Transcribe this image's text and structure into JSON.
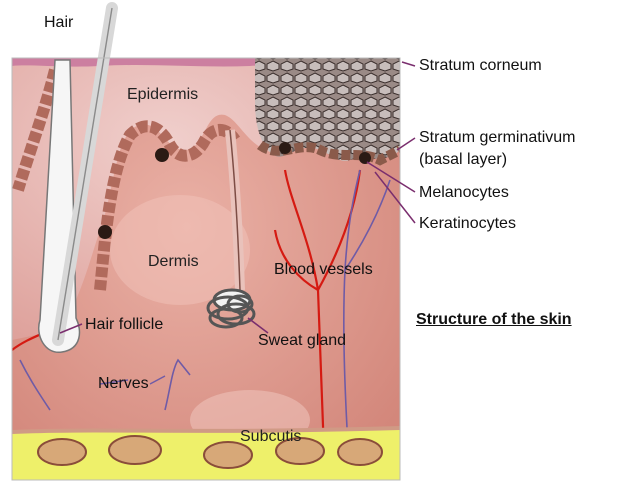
{
  "labels": {
    "hair": "Hair",
    "epidermis": "Epidermis",
    "dermis": "Dermis",
    "hair_follicle": "Hair follicle",
    "nerves": "Nerves",
    "subcutis": "Subcutis",
    "stratum_corneum": "Stratum corneum",
    "stratum_germinativum": "Stratum germinativum",
    "basal_layer": "(basal layer)",
    "melanocytes": "Melanocytes",
    "keratinocytes": "Keratinocytes",
    "blood_vessels": "Blood vessels",
    "sweat_gland": "Sweat gland"
  },
  "title": "Structure of the skin",
  "colors": {
    "dermis": "#d98f84",
    "epidermis": "#e7b7b2",
    "stratum_corneum": "#d98fa7",
    "subcutis": "#eef06a",
    "blood_vessel": "#d51a12",
    "nerve": "#6f5ba6",
    "cell": "#c98575",
    "melanocyte": "#2a1a14",
    "hair": "#e8e8e8"
  }
}
